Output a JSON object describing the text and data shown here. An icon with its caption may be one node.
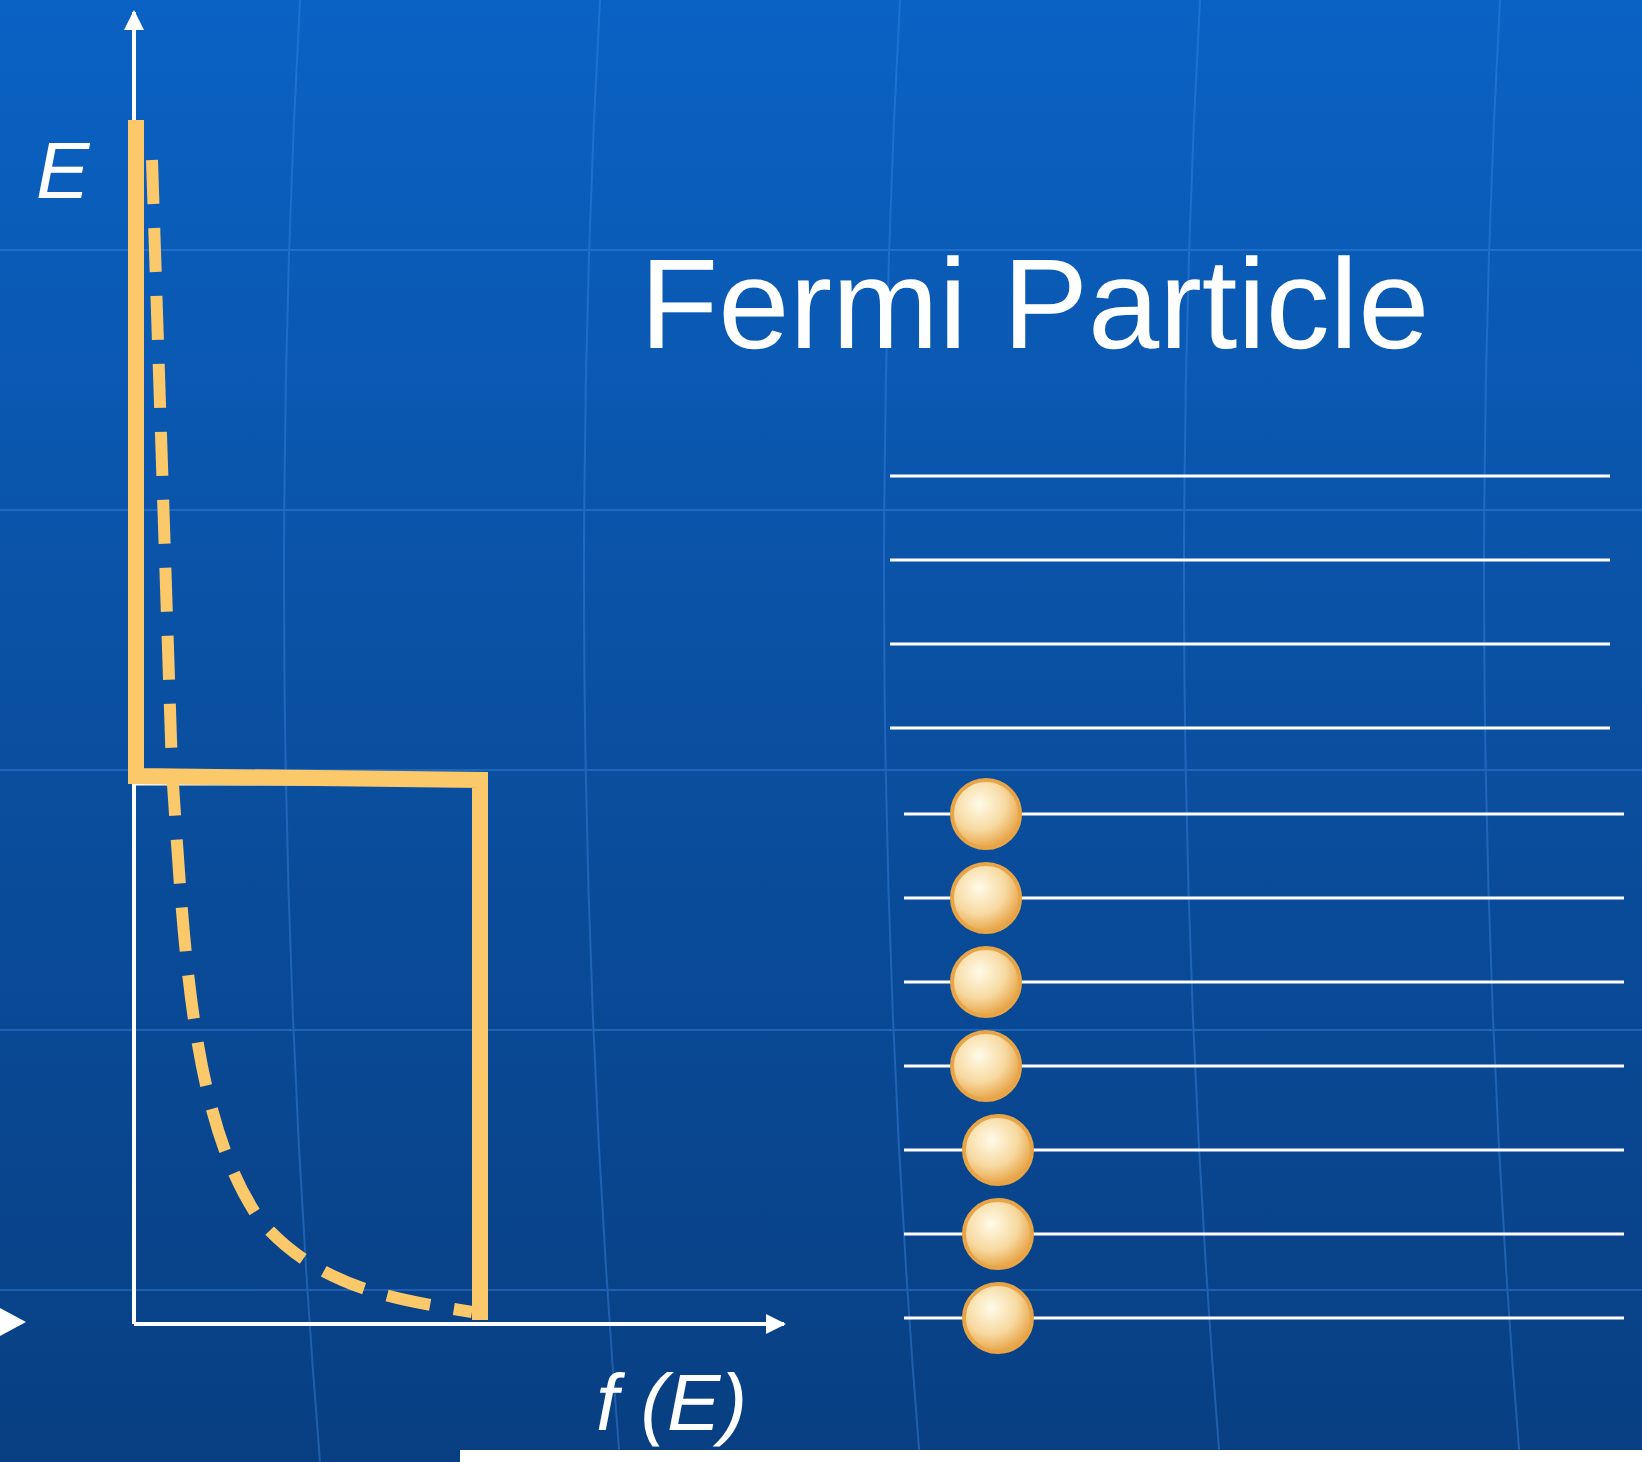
{
  "diagram": {
    "title": "Fermi Particle",
    "labels": [
      "E",
      "f (E)"
    ]
  }
}
